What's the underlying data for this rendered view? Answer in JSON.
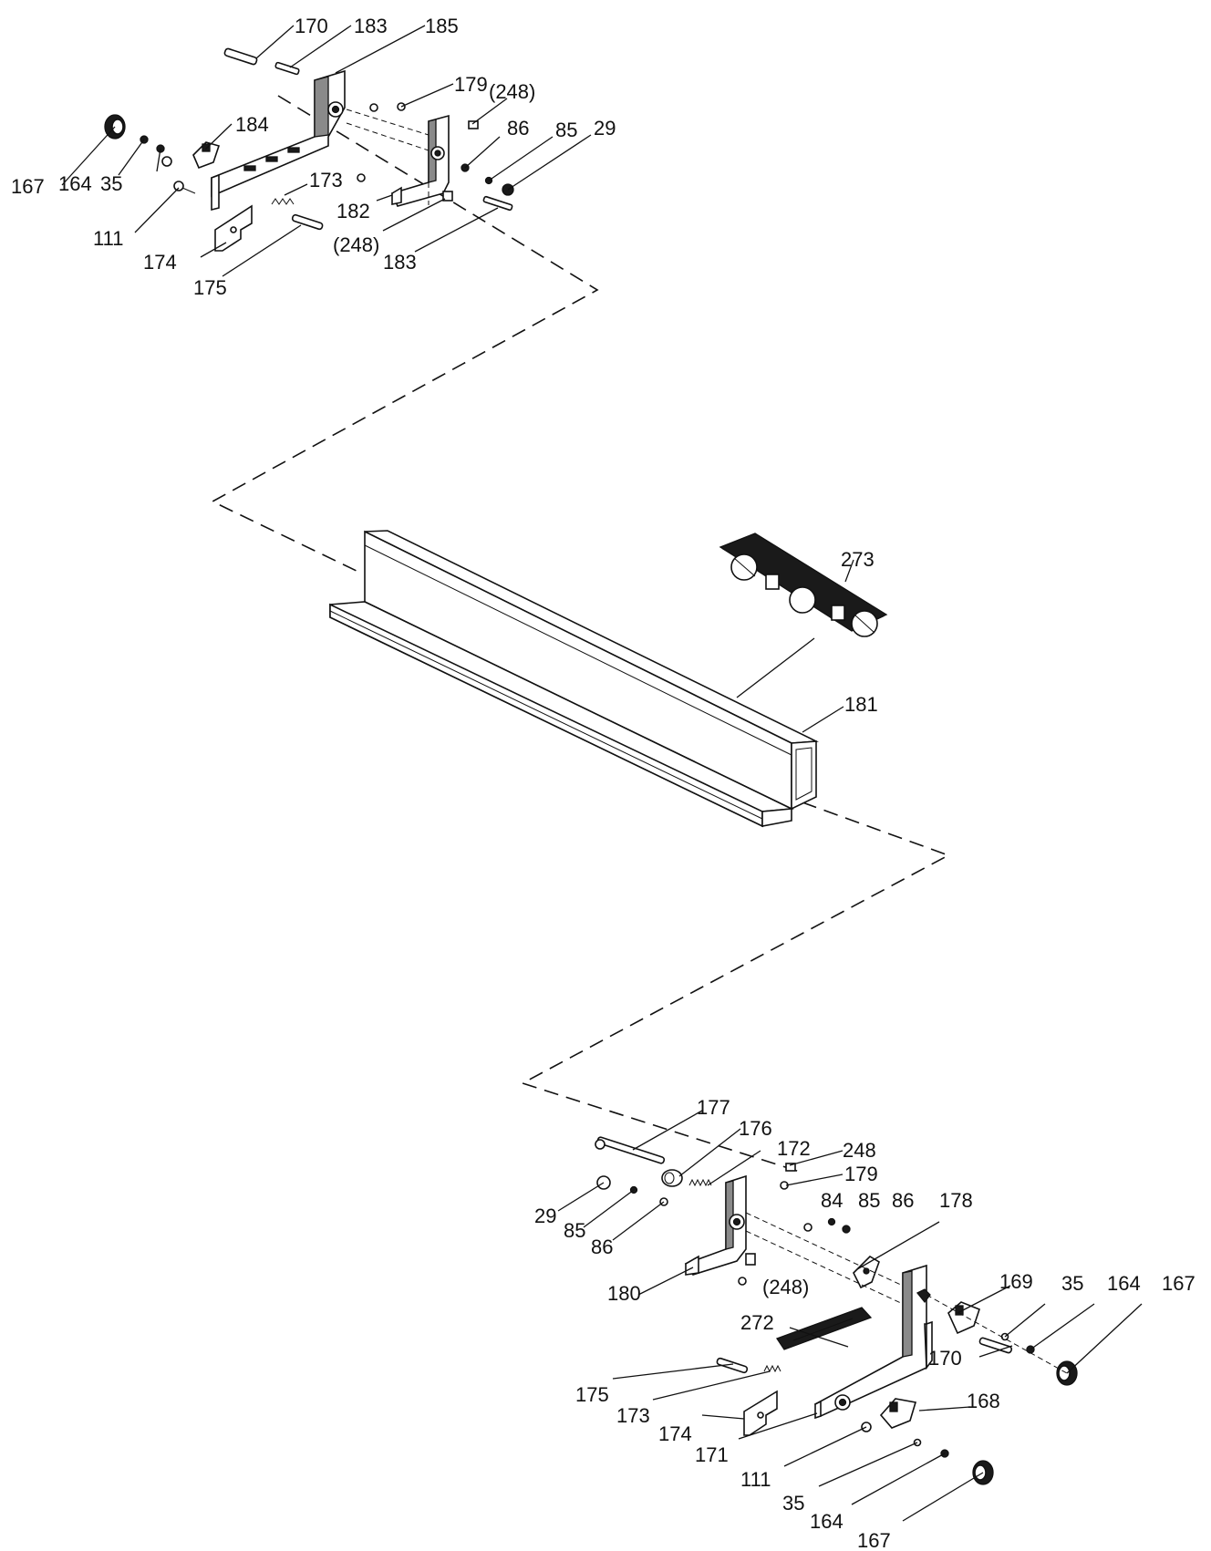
{
  "labels_top": {
    "l170": "170",
    "l183a": "183",
    "l185": "185",
    "l179": "179",
    "l248a": "(248)",
    "l184": "184",
    "l86": "86",
    "l85": "85",
    "l29": "29",
    "l167": "167",
    "l164": "164",
    "l35": "35",
    "l173": "173",
    "l182": "182",
    "l111": "111",
    "l248b": "(248)",
    "l183b": "183",
    "l174": "174",
    "l175": "175"
  },
  "labels_middle": {
    "l273": "273",
    "l181": "181"
  },
  "labels_bottom": {
    "l177": "177",
    "l176": "176",
    "l172": "172",
    "l248": "248",
    "l179": "179",
    "l84": "84",
    "l85a": "85",
    "l86a": "86",
    "l178": "178",
    "l29": "29",
    "l85b": "85",
    "l86b": "86",
    "l180": "180",
    "l248p": "(248)",
    "l169": "169",
    "l35a": "35",
    "l164a": "164",
    "l167a": "167",
    "l272": "272",
    "l170": "170",
    "l175": "175",
    "l173": "173",
    "l174": "174",
    "l171": "171",
    "l168": "168",
    "l111": "111",
    "l35b": "35",
    "l164b": "164",
    "l167b": "167"
  }
}
